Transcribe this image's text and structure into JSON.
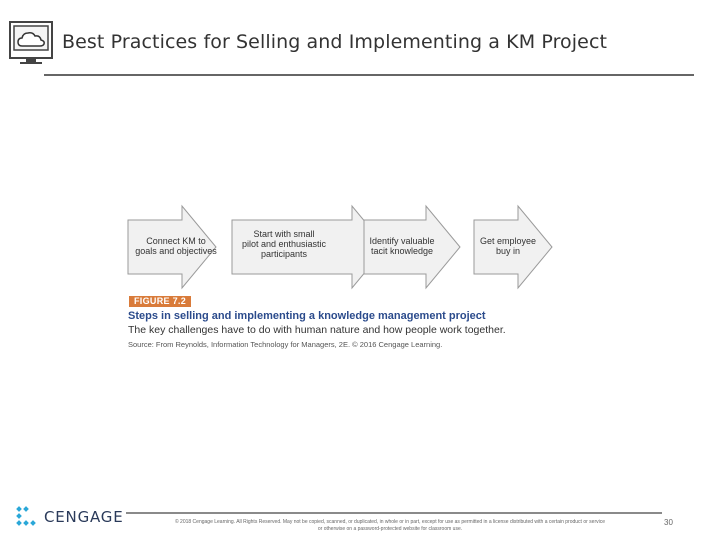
{
  "header": {
    "title": "Best Practices for Selling and Implementing a KM Project",
    "icon": "cloud-computer-icon"
  },
  "figure": {
    "steps": [
      {
        "line1": "Connect KM to",
        "line2": "goals and objectives",
        "line3": ""
      },
      {
        "line1": "Start with small",
        "line2": "pilot and enthusiastic",
        "line3": "participants"
      },
      {
        "line1": "Identify valuable",
        "line2": "tacit knowledge",
        "line3": ""
      },
      {
        "line1": "Get employee",
        "line2": "buy in",
        "line3": ""
      }
    ],
    "tag": "FIGURE 7.2",
    "caption_title": "Steps in selling and implementing a knowledge management project",
    "caption_sub": "The key challenges have to do with human nature and how people work together.",
    "source": "Source: From Reynolds, Information Technology for Managers, 2E. © 2016 Cengage Learning.",
    "colors": {
      "tag": "#d97b3a",
      "caption_title": "#2b4b8c",
      "arrow_fill": "#f1f1f1",
      "arrow_stroke": "#9a9a9a"
    }
  },
  "footer": {
    "logo_text": "CENGAGE",
    "copyright_line1": "© 2018 Cengage Learning. All Rights Reserved. May not be copied, scanned, or duplicated, in whole or in part, except for use as permitted in a license distributed with a certain product or service",
    "copyright_line2": "or otherwise on a password-protected website for classroom use.",
    "page_number": "30"
  }
}
